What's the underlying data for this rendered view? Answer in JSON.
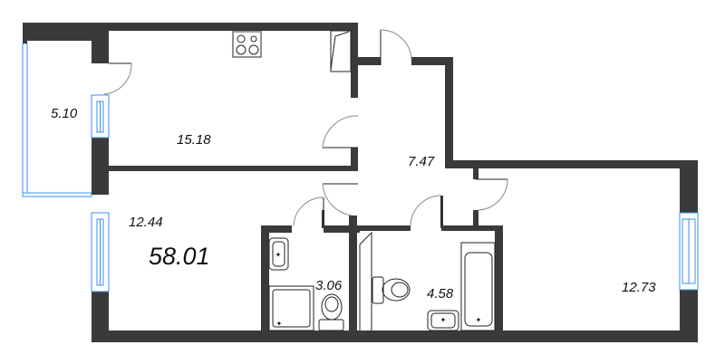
{
  "floor_plan": {
    "total_area": "58.01",
    "rooms": [
      {
        "id": "balcony",
        "area": "5.10"
      },
      {
        "id": "kitchen",
        "area": "15.18"
      },
      {
        "id": "hallway",
        "area": "7.47"
      },
      {
        "id": "bedroom-left",
        "area": "12.44"
      },
      {
        "id": "bathroom-small",
        "area": "3.06"
      },
      {
        "id": "bathroom-large",
        "area": "4.58"
      },
      {
        "id": "bedroom-right",
        "area": "12.73"
      }
    ],
    "colors": {
      "wall": "#3a3a3a",
      "window": "#3b8ff0",
      "background": "#ffffff"
    }
  }
}
